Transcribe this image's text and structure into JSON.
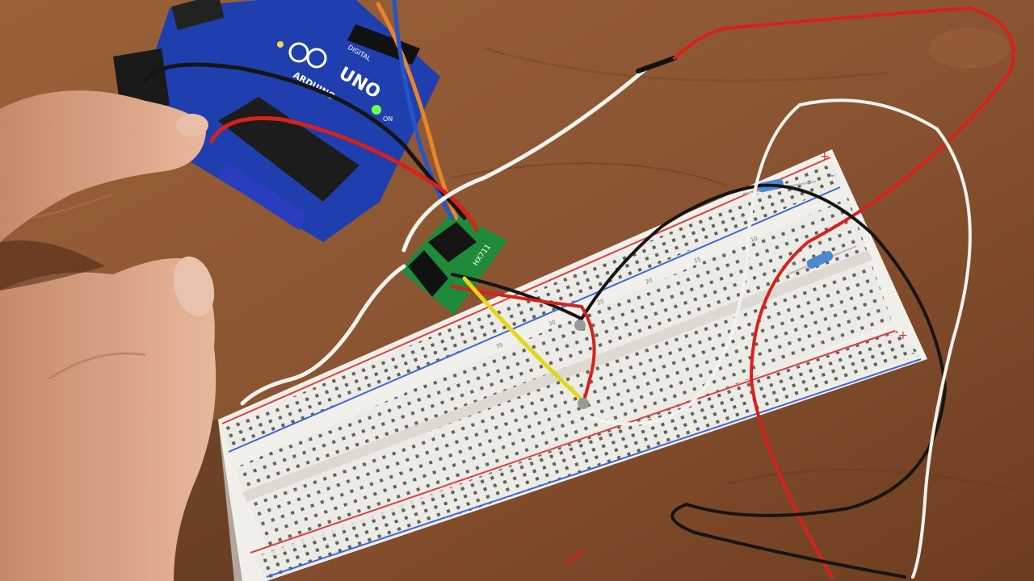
{
  "scene": {
    "description_colors": {
      "table": "#8a5432",
      "table_dark": "#5e3419",
      "breadboard": "#eeeeea",
      "board_blue": "#1f3fae",
      "module_green": "#1f8a3a",
      "skin": "#d9a083",
      "wire_red": "#d8201c",
      "wire_black": "#151515",
      "wire_white": "#f2f2ee",
      "wire_yellow": "#e8d61a",
      "wire_orange": "#e8842a",
      "wire_blue": "#2356c8"
    }
  },
  "arduino": {
    "brand_text": "ARDUINO",
    "model_text": "UNO",
    "tag_text": "DIGITAL",
    "on_label": "ON"
  },
  "module": {
    "label_text": "HX711"
  },
  "breadboard": {
    "rail_plus": "+",
    "rail_minus": "-",
    "column_labels": [
      "35",
      "30",
      "25",
      "20",
      "15",
      "10"
    ]
  }
}
